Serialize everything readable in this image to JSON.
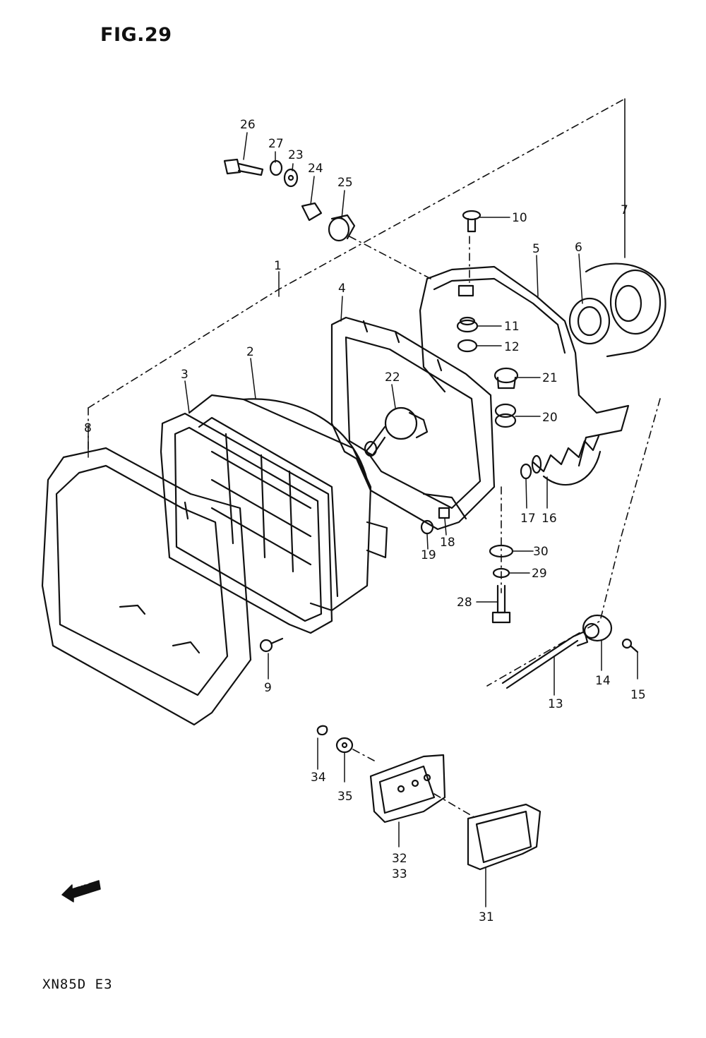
{
  "figure": {
    "title": "FIG.29",
    "model": "XN85D E3",
    "fwd_label": "FWD"
  },
  "callouts": [
    "1",
    "2",
    "3",
    "4",
    "5",
    "6",
    "7",
    "8",
    "9",
    "10",
    "11",
    "12",
    "13",
    "14",
    "15",
    "16",
    "17",
    "18",
    "19",
    "20",
    "21",
    "22",
    "23",
    "24",
    "25",
    "26",
    "27",
    "28",
    "29",
    "30",
    "31",
    "32",
    "33",
    "34",
    "35"
  ]
}
